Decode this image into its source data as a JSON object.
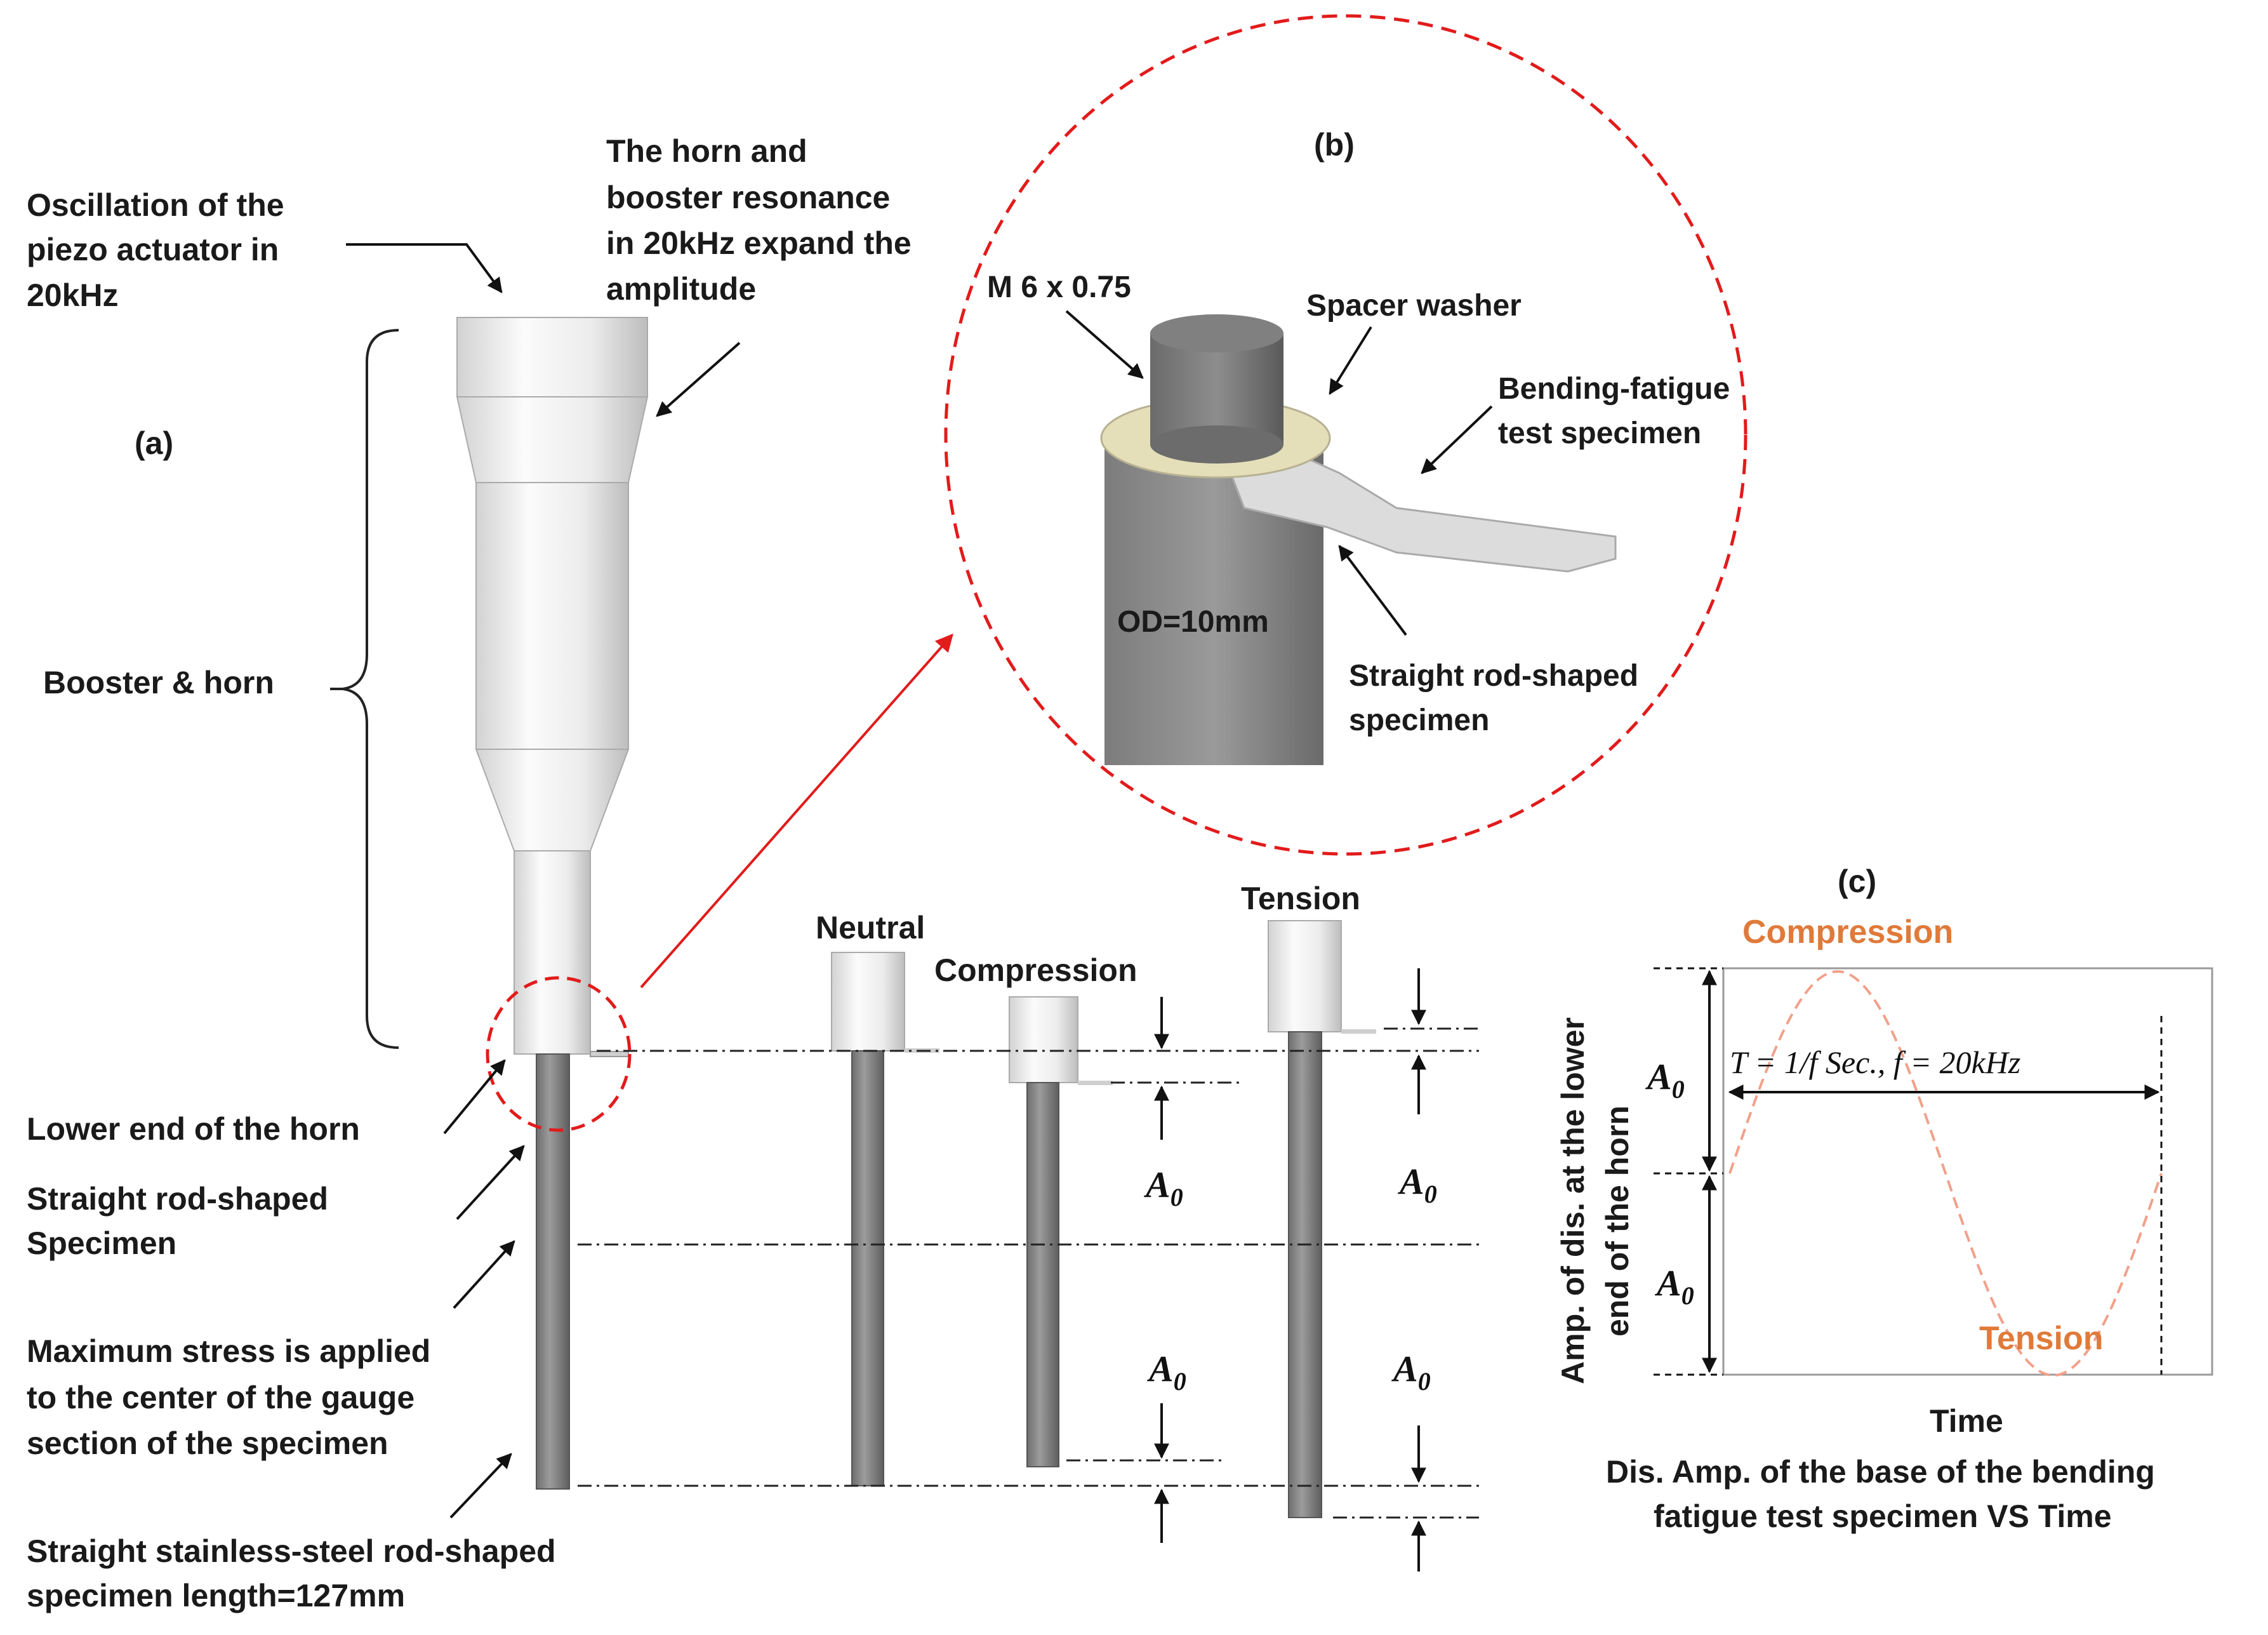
{
  "panel_labels": {
    "a": "(a)",
    "b": "(b)",
    "c": "(c)"
  },
  "annotations": {
    "oscillation": [
      "Oscillation of the",
      "piezo actuator in",
      "20kHz"
    ],
    "horn_booster": [
      "The horn and",
      "booster resonance",
      "in 20kHz expand the",
      "amplitude"
    ],
    "booster_horn": "Booster & horn",
    "lower_end": "Lower end of the horn",
    "straight_rod": [
      "Straight rod-shaped",
      "Specimen"
    ],
    "max_stress": [
      "Maximum stress is applied",
      "to the center of the gauge",
      "section of the specimen"
    ],
    "stainless": [
      "Straight stainless-steel rod-shaped",
      "specimen length=127mm"
    ]
  },
  "detail_b": {
    "thread": "M 6 x 0.75",
    "spacer": "Spacer washer",
    "bending": [
      "Bending-fatigue",
      "test specimen"
    ],
    "od": "OD=10mm",
    "rod": [
      "Straight rod-shaped",
      "specimen"
    ]
  },
  "states": {
    "neutral": "Neutral",
    "compression": "Compression",
    "tension": "Tension"
  },
  "amplitude_symbol": {
    "main": "A",
    "sub": "0"
  },
  "chart_c": {
    "compression": "Compression",
    "tension": "Tension",
    "period_label": "T = 1/f  Sec., f = 20kHz",
    "xlabel": "Time",
    "ylabel": [
      "Amp. of dis. at the lower",
      "end of the horn"
    ],
    "caption": [
      "Dis. Amp. of the base of the bending",
      "fatigue test specimen VS Time"
    ]
  },
  "colors": {
    "red_dash": "#e21b1b",
    "orange": "#e07a3a",
    "wave": "#f2a08a",
    "rod": "#8e8e8e",
    "washer": "#e4dfb8"
  },
  "chart_data": {
    "type": "line",
    "title": "",
    "xlabel": "Time",
    "ylabel": "Amp. of dis. at the lower end of the horn",
    "series": [
      {
        "name": "",
        "function": "sine",
        "amplitude": "A0",
        "frequency": "20kHz",
        "cycles": 1
      }
    ]
  }
}
